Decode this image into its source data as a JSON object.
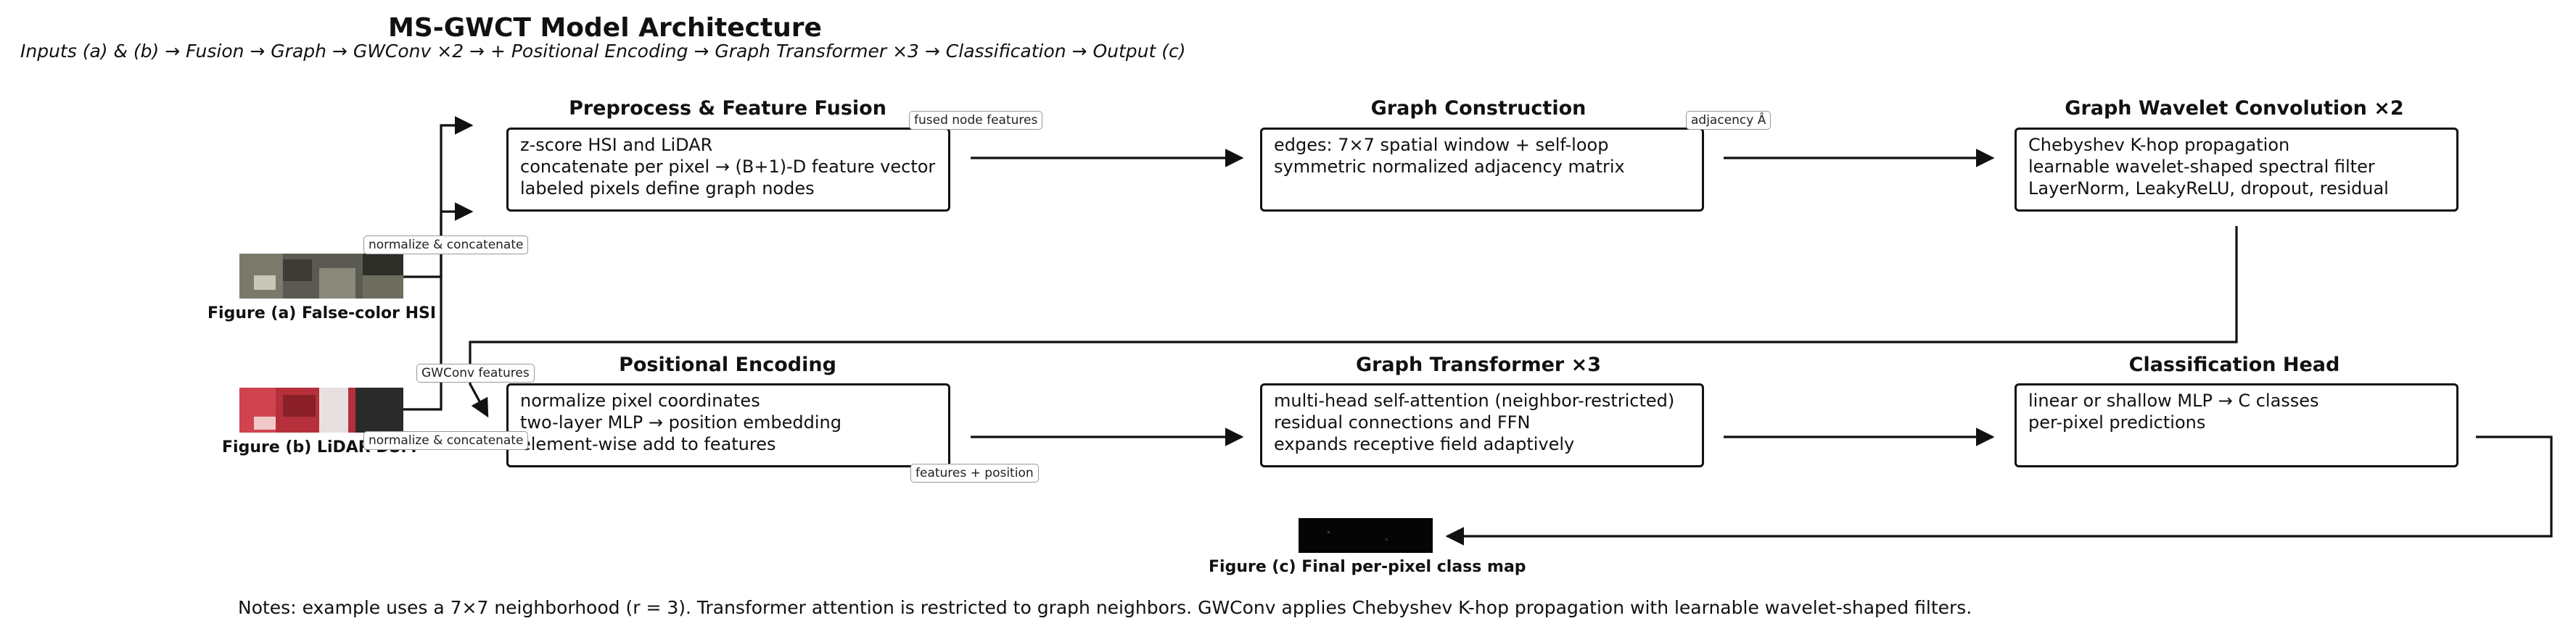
{
  "header": {
    "title": "MS-GWCT Model Architecture",
    "subtitle": "Inputs (a) & (b) → Fusion → Graph → GWConv ×2 → + Positional Encoding → Graph Transformer ×3 → Classification → Output (c)"
  },
  "figures": {
    "a": {
      "caption": "Figure (a)  False-color HSI"
    },
    "b": {
      "caption": "Figure (b)  LiDAR DSM"
    },
    "c": {
      "caption": "Figure (c)  Final per-pixel class map"
    }
  },
  "boxes": [
    {
      "id": "preprocess",
      "title": "Preprocess & Feature Fusion",
      "lines": [
        "z-score HSI and LiDAR",
        "concatenate per pixel → (B+1)-D feature vector",
        "labeled pixels define graph nodes"
      ]
    },
    {
      "id": "graph",
      "title": "Graph Construction",
      "lines": [
        "edges: 7×7 spatial window + self-loop",
        "symmetric normalized adjacency matrix"
      ]
    },
    {
      "id": "gwconv",
      "title": "Graph Wavelet Convolution ×2",
      "lines": [
        "Chebyshev K-hop propagation",
        "learnable wavelet-shaped spectral filter",
        "LayerNorm, LeakyReLU, dropout, residual"
      ]
    },
    {
      "id": "posenc",
      "title": "Positional Encoding",
      "lines": [
        "normalize pixel coordinates",
        "two-layer MLP → position embedding",
        "element-wise add to features"
      ]
    },
    {
      "id": "transformer",
      "title": "Graph Transformer ×3",
      "lines": [
        "multi-head self-attention (neighbor-restricted)",
        "residual connections and FFN",
        "expands receptive field adaptively"
      ]
    },
    {
      "id": "classifier",
      "title": "Classification Head",
      "lines": [
        "linear or shallow MLP → C classes",
        "per-pixel predictions"
      ]
    }
  ],
  "edge_labels": {
    "fused": "fused node features",
    "adjacency": "adjacency Â",
    "norm_concat_a": "normalize & concatenate",
    "gwconv_features": "GWConv features",
    "norm_concat_b": "normalize & concatenate",
    "features_position": "features + position"
  },
  "notes": "Notes: example uses a 7×7 neighborhood (r = 3). Transformer attention is restricted to graph neighbors. GWConv applies Chebyshev K-hop propagation with learnable wavelet-shaped filters.",
  "colors": {
    "ink": "#111111",
    "hsi_tint": "#6b6b5e",
    "lidar_tint": "#b5303a",
    "map_bg": "#050505"
  }
}
